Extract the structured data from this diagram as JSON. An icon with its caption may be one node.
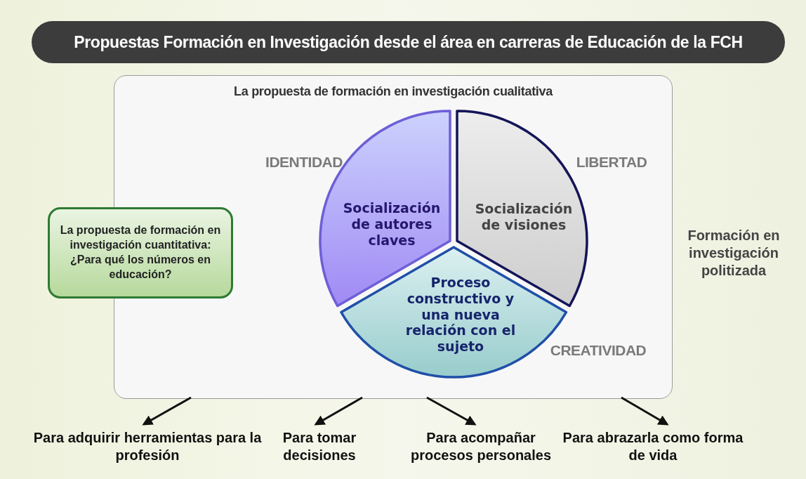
{
  "diagram": {
    "title": "Propuestas Formación en Investigación desde el área en carreras de Educación de la FCH",
    "nodes": [
      {
        "text": [
          "La propuesta de formación en investigación cualitativa"
        ]
      },
      {
        "text": [
          "Socialización de autores claves"
        ],
        "in": 0,
        "beside": [
          "IDENTIDAD"
        ]
      },
      {
        "text": [
          "Socialización de visiones"
        ],
        "in": 0,
        "beside": [
          "LIBERTAD"
        ]
      },
      {
        "text": [
          "Proceso constructivo y una nueva relación con el sujeto"
        ],
        "in": 0,
        "beside": [
          "CREATIVIDAD"
        ]
      },
      {
        "text": [
          "La propuesta de formación en investigación cuantitativa: ¿Para qué los números en educación?"
        ]
      },
      {
        "text": [
          "Formación en investigación politizada"
        ]
      },
      {
        "text": [
          "Para adquirir herramientas para la profesión"
        ]
      },
      {
        "text": [
          "Para tomar decisiones"
        ]
      },
      {
        "text": [
          "Para acompañar procesos personales"
        ]
      },
      {
        "text": [
          "Para  abrazarla como forma de vida"
        ]
      }
    ],
    "edges": [
      {
        "from": 0,
        "to": 6,
        "arrow": "to"
      },
      {
        "from": 0,
        "to": 7,
        "arrow": "to"
      },
      {
        "from": 0,
        "to": 8,
        "arrow": "to"
      },
      {
        "from": 0,
        "to": 9,
        "arrow": "to"
      }
    ]
  }
}
